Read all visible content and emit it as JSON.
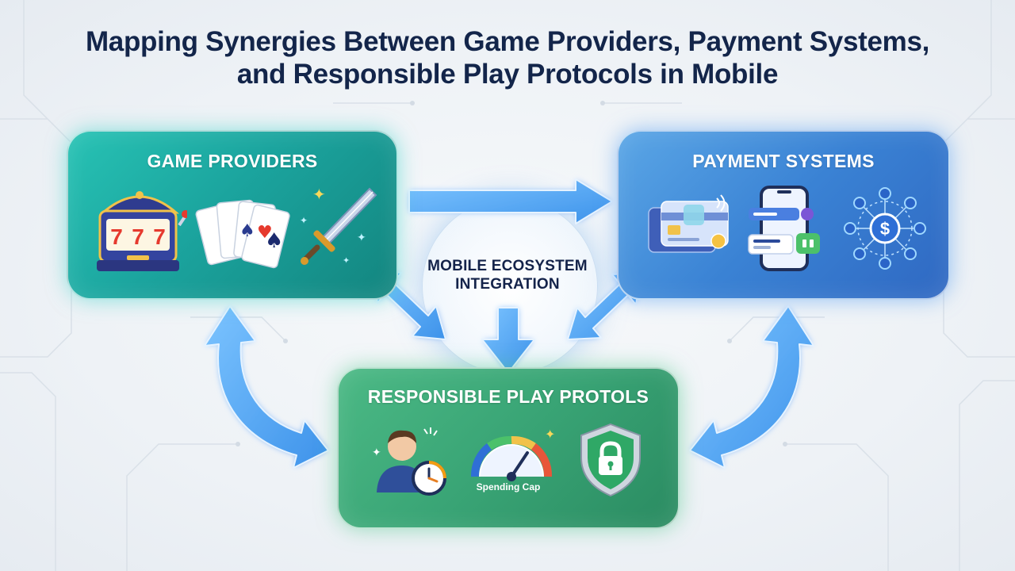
{
  "title": "Mapping Synergies Between Game Providers, Payment Systems, and Responsible Play Protocols in Mobile",
  "hub": {
    "label": "MOBILE ECOSYSTEM INTEGRATION"
  },
  "nodes": {
    "game_providers": {
      "heading": "GAME PROVIDERS",
      "color": "#1fae9f",
      "icons": [
        "slot-machine-icon",
        "playing-cards-icon",
        "sword-icon"
      ]
    },
    "payment_systems": {
      "heading": "PAYMENT SYSTEMS",
      "color": "#3a82d4",
      "icons": [
        "credit-card-icon",
        "mobile-wallet-icon",
        "payment-network-icon"
      ]
    },
    "responsible_play": {
      "heading": "RESPONSIBLE PLAY PROTOLS",
      "color": "#39a475",
      "icons": [
        "user-time-limit-icon",
        "spending-gauge-icon",
        "security-shield-icon"
      ],
      "gauge_caption": "Spending Cap"
    }
  },
  "connections": [
    {
      "from": "game_providers",
      "to": "payment_systems",
      "direction": "one-way"
    },
    {
      "from": "game_providers",
      "to": "hub",
      "direction": "two-way"
    },
    {
      "from": "payment_systems",
      "to": "hub",
      "direction": "two-way"
    },
    {
      "from": "hub",
      "to": "responsible_play",
      "direction": "one-way"
    },
    {
      "from": "game_providers",
      "to": "responsible_play",
      "direction": "two-way"
    },
    {
      "from": "payment_systems",
      "to": "responsible_play",
      "direction": "two-way"
    }
  ],
  "colors": {
    "title": "#13254a",
    "arrow": "#4fa8f0",
    "arrow_glow": "#bfe0ff"
  }
}
